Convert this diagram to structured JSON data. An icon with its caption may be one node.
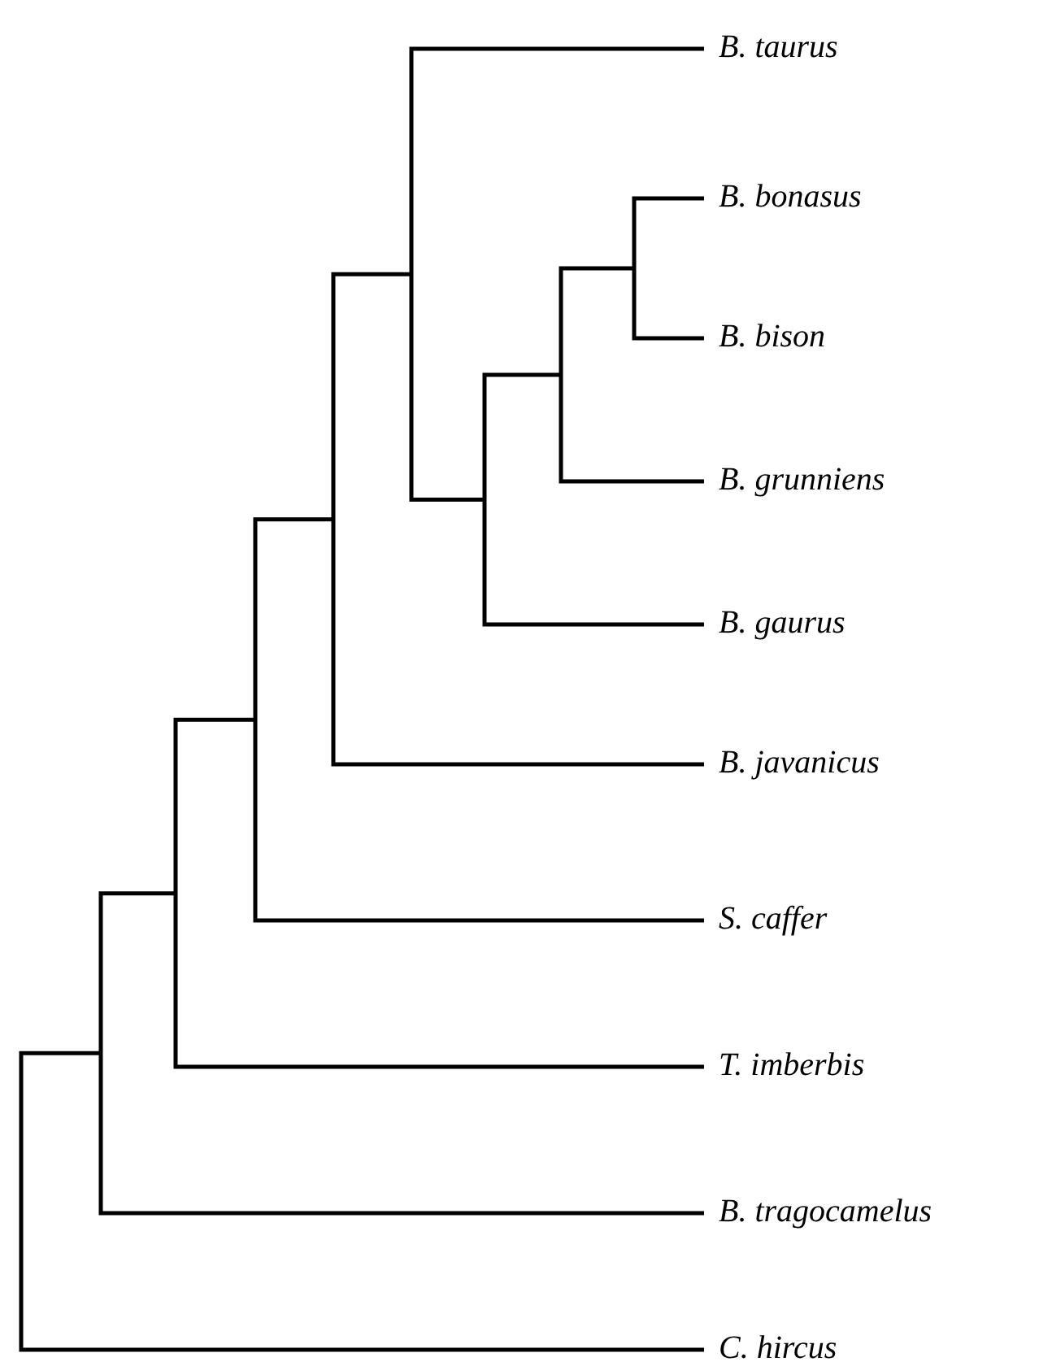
{
  "diagram": {
    "labels": [
      "B. taurus",
      "B. bonasus",
      "B. bison",
      "B. grunniens",
      "B. gaurus",
      "B. javanicus",
      "S. caffer",
      "T. imberbis",
      "B. tragocamelus",
      "C. hircus"
    ]
  }
}
